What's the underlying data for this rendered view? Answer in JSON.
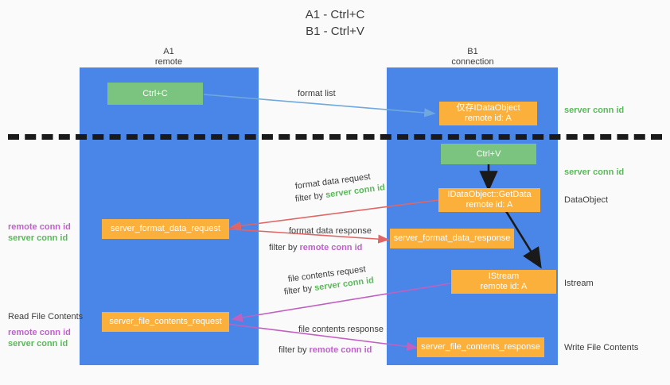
{
  "title": {
    "line1": "A1 - Ctrl+C",
    "line2": "B1 - Ctrl+V"
  },
  "columns": [
    {
      "name": "A1",
      "sub": "remote"
    },
    {
      "name": "B1",
      "sub": "connection"
    }
  ],
  "boxes": {
    "ctrl_c": {
      "label": "Ctrl+C"
    },
    "ctrl_v": {
      "label": "Ctrl+V"
    },
    "idataobject": {
      "label": "仅存IDataObject",
      "sub": "remote id: A"
    },
    "getdata": {
      "label": "IDataObject::GetData",
      "sub": "remote id: A"
    },
    "istream": {
      "label": "IStream",
      "sub": "remote id: A"
    },
    "format_data_request": {
      "label": "server_format_data_request"
    },
    "format_data_response": {
      "label": "server_format_data_response"
    },
    "file_contents_request": {
      "label": "server_file_contents_request"
    },
    "file_contents_response": {
      "label": "server_file_contents_response"
    }
  },
  "edge_labels": {
    "format_list": "format list",
    "format_data_request": "format data request",
    "format_data_request_filter_prefix": "filter by ",
    "format_data_request_filter_id": "server conn id",
    "format_data_response": "format data response",
    "format_data_response_filter_prefix": "filter by ",
    "format_data_response_filter_id": "remote conn id",
    "file_contents_request": "file contents request",
    "file_contents_request_filter_prefix": "filter by ",
    "file_contents_request_filter_id": "server conn id",
    "file_contents_response": "file contents response",
    "file_contents_response_filter_prefix": "filter by ",
    "file_contents_response_filter_id": "remote conn id"
  },
  "annotations": {
    "right_server_conn_id_top": "server conn id",
    "right_server_conn_id_mid": "server conn id",
    "right_dataobject": "DataObject",
    "right_istream": "Istream",
    "right_write_file_contents": "Write File Contents",
    "left_mid_remote": "remote conn id",
    "left_mid_server": "server conn id",
    "left_read_file_contents": "Read File Contents",
    "left_low_remote": "remote conn id",
    "left_low_server": "server conn id"
  },
  "colors": {
    "background": "#fafafa",
    "lane": "#4a86e8",
    "green_box": "#7ac47f",
    "orange_box": "#fbb03b",
    "server_conn_id": "#5cb85c",
    "remote_conn_id": "#c061cb",
    "blue_arrow": "#6fa8dc",
    "red_arrow": "#e06666",
    "magenta_arrow": "#c060c0",
    "black_arrow": "#1a1a1a",
    "divider": "#1a1a1a"
  }
}
